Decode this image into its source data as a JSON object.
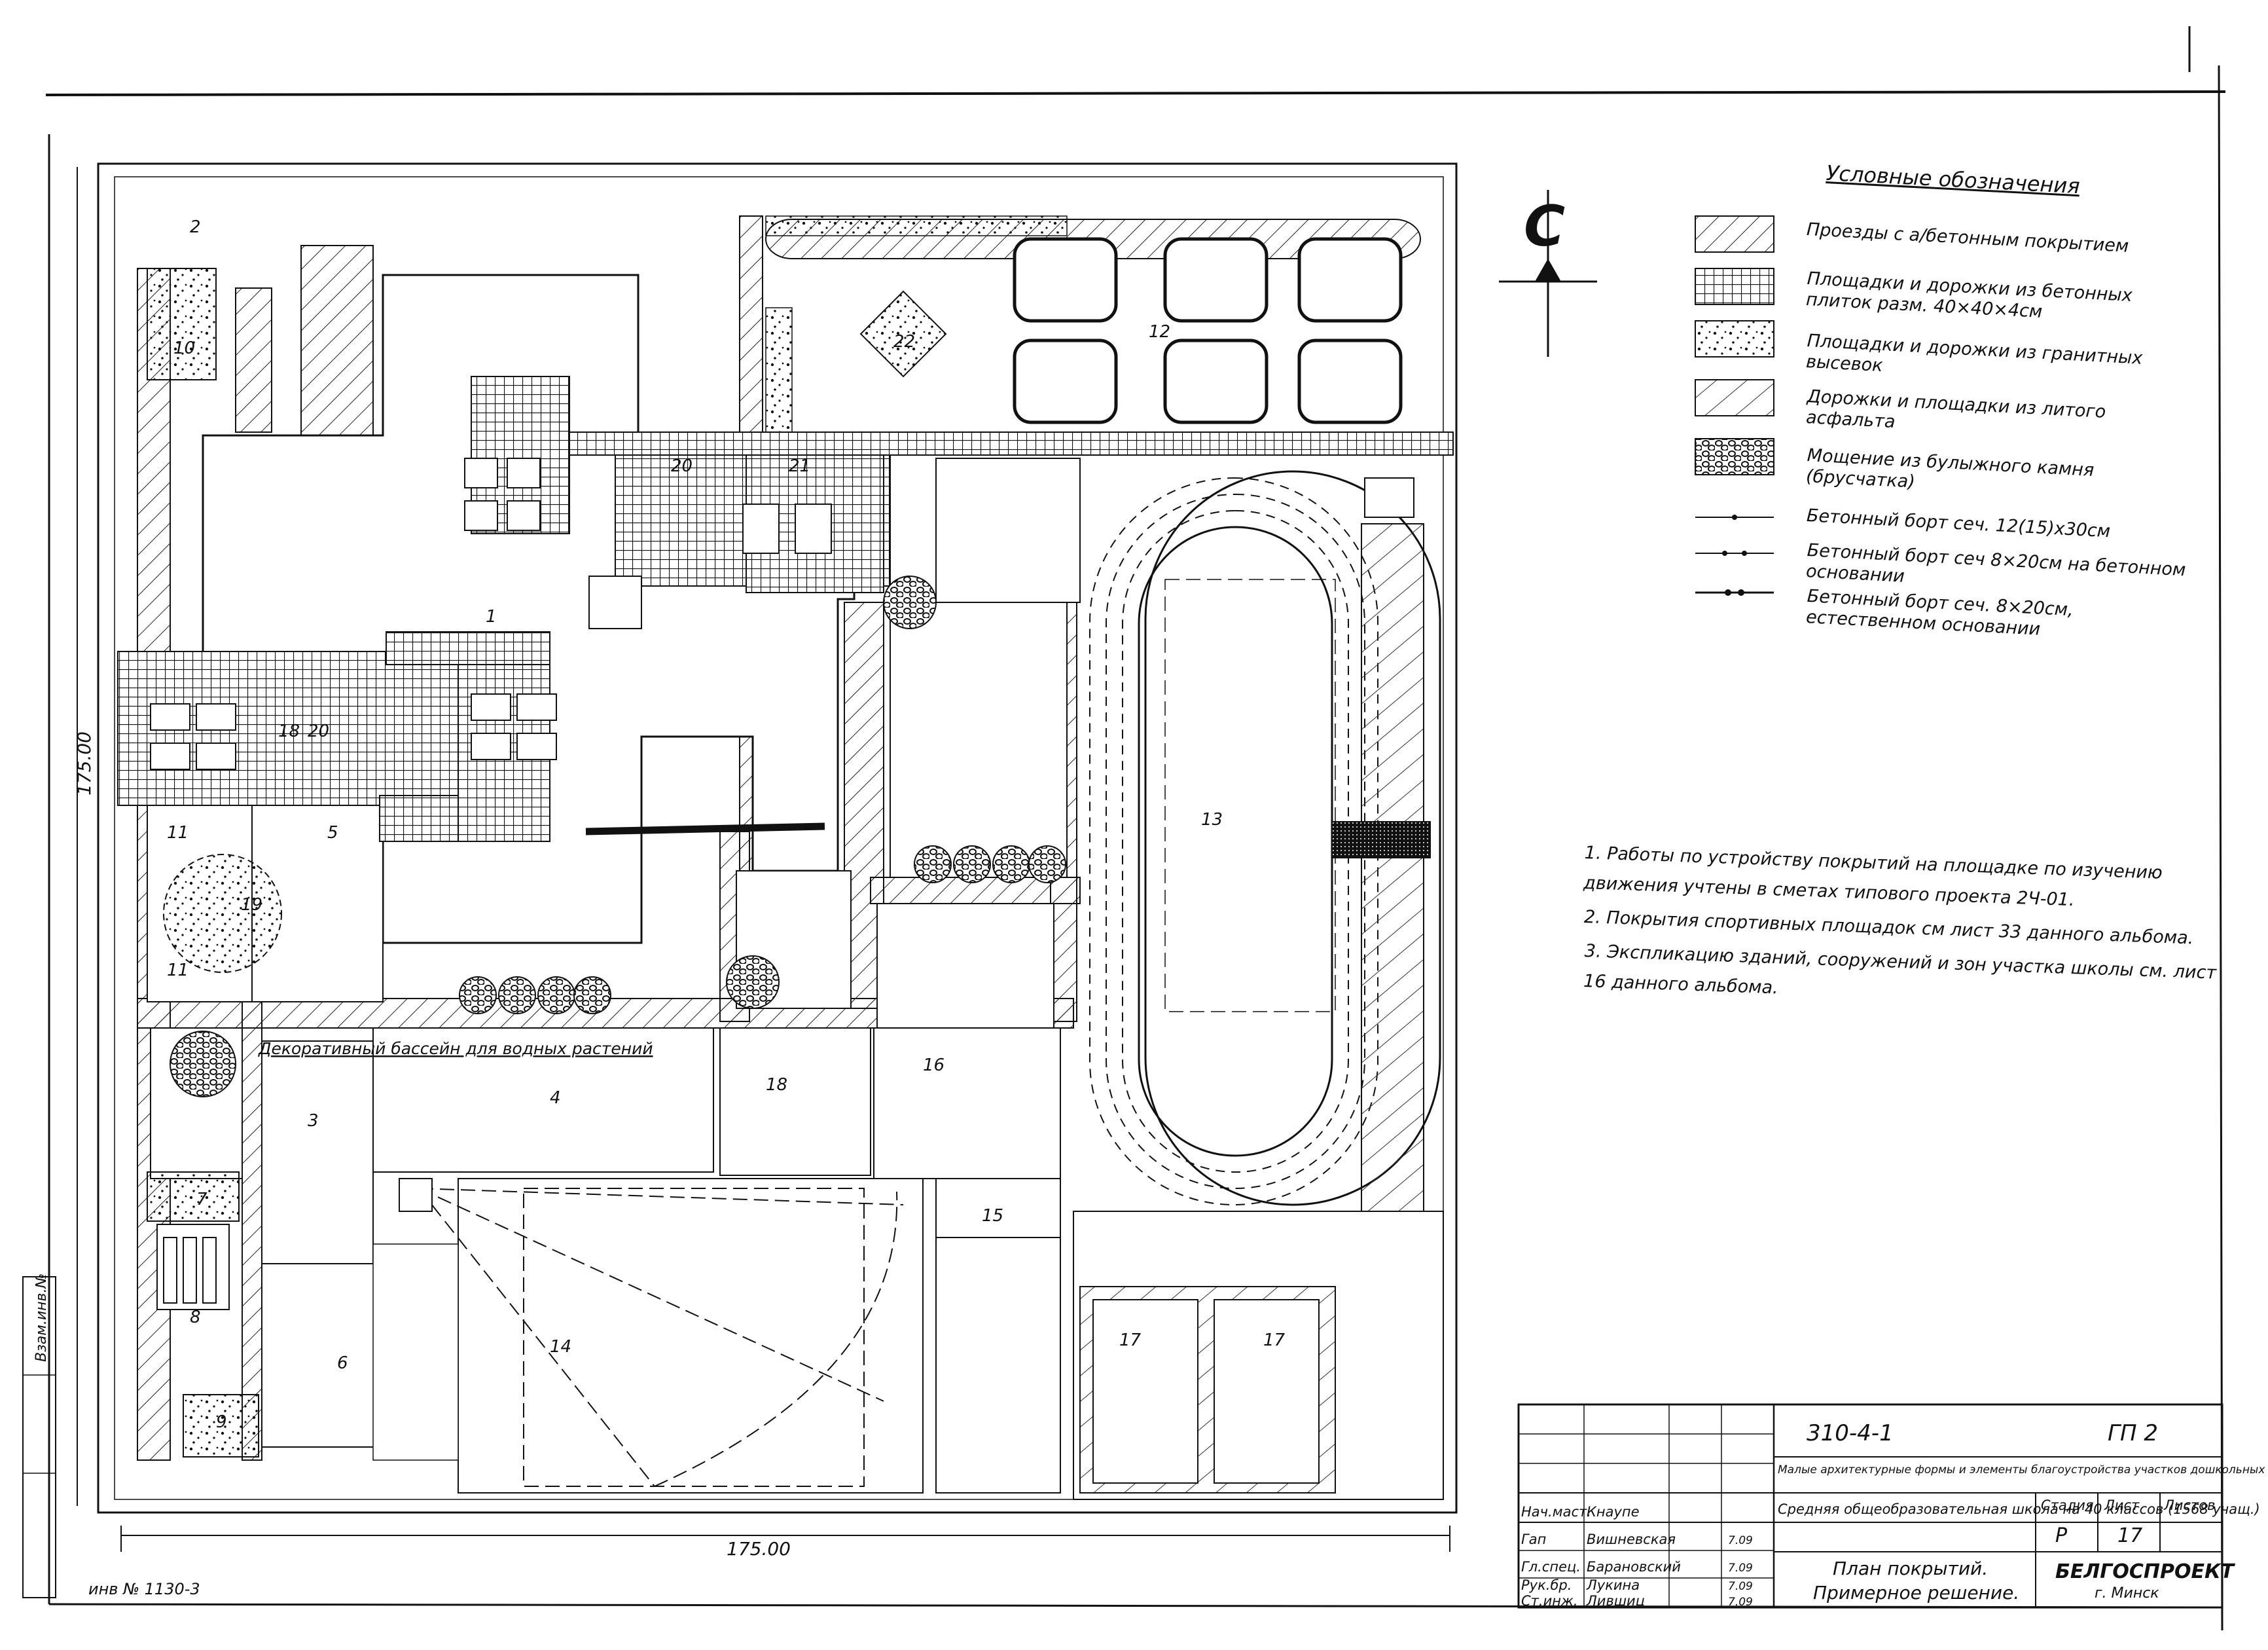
{
  "legend": {
    "title": "Условные обозначения",
    "items": [
      {
        "label": "Проезды с а/бетонным покрытием",
        "pattern": "hatch"
      },
      {
        "label": "Площадки и дорожки из бетонных плиток разм. 40×40×4см",
        "pattern": "grid"
      },
      {
        "label": "Площадки и дорожки из гранитных высевок",
        "pattern": "dots"
      },
      {
        "label": "Дорожки и площадки из литого асфальта",
        "pattern": "hatch2"
      },
      {
        "label": "Мощение из булыжного камня (брусчатка)",
        "pattern": "cobble"
      },
      {
        "label": "Бетонный борт сеч. 12(15)х30см",
        "pattern": "line1"
      },
      {
        "label": "Бетонный борт сеч 8×20см на бетонном основании",
        "pattern": "line2"
      },
      {
        "label": "Бетонный борт сеч. 8×20см, естественном основании",
        "pattern": "line3"
      }
    ]
  },
  "north": {
    "letter": "С"
  },
  "notes": [
    "1. Работы по устройству покрытий на площадке по изучению движения учтены в сметах типового проекта 2Ч-01.",
    "2. Покрытия спортивных площадок см лист 33 данного альбома.",
    "3. Экспликацию зданий, сооружений и зон участка школы см. лист 16 данного альбома."
  ],
  "plan": {
    "dim_horizontal": "175.00",
    "dim_vertical": "175.00",
    "pool_label": "Декоративный бассейн для водных растений",
    "zone_numbers": [
      "1",
      "2",
      "3",
      "4",
      "5",
      "6",
      "7",
      "8",
      "9",
      "10",
      "11",
      "11",
      "12",
      "13",
      "14",
      "15",
      "16",
      "17",
      "17",
      "18",
      "18",
      "19",
      "20",
      "20",
      "21",
      "22"
    ]
  },
  "stamp": {
    "project_code": "310-4-1",
    "sheet_code": "ГП 2",
    "series_title": "Малые архитектурные формы и элементы благоустройства участков дошкольных детских учреждений, школ и школ-интернатов.",
    "object": "Средняя общеобразовательная школа на 40 классов (1568 учащ.)",
    "stage_label": "Стадия",
    "sheet_label": "Лист",
    "sheets_label": "Листов",
    "stage": "Р",
    "sheet": "17",
    "drawing_title_1": "План покрытий.",
    "drawing_title_2": "Примерное решение.",
    "org": "БЕЛГОСПРОЕКТ",
    "city": "г. Минск",
    "people": [
      {
        "role": "Нач.маст.",
        "name": "Кнаупе",
        "date": ""
      },
      {
        "role": "Гап",
        "name": "Вишневская",
        "date": "7.09"
      },
      {
        "role": "Гл.спец.",
        "name": "Барановский",
        "date": "7.09"
      },
      {
        "role": "Рук.бр.",
        "name": "Лукина",
        "date": "7.09"
      },
      {
        "role": "Ст.инж.",
        "name": "Лившиц",
        "date": "7.09"
      }
    ]
  },
  "margin": {
    "inv_no": "инв № 1130-3",
    "side_label": "Взам.инв.№"
  }
}
